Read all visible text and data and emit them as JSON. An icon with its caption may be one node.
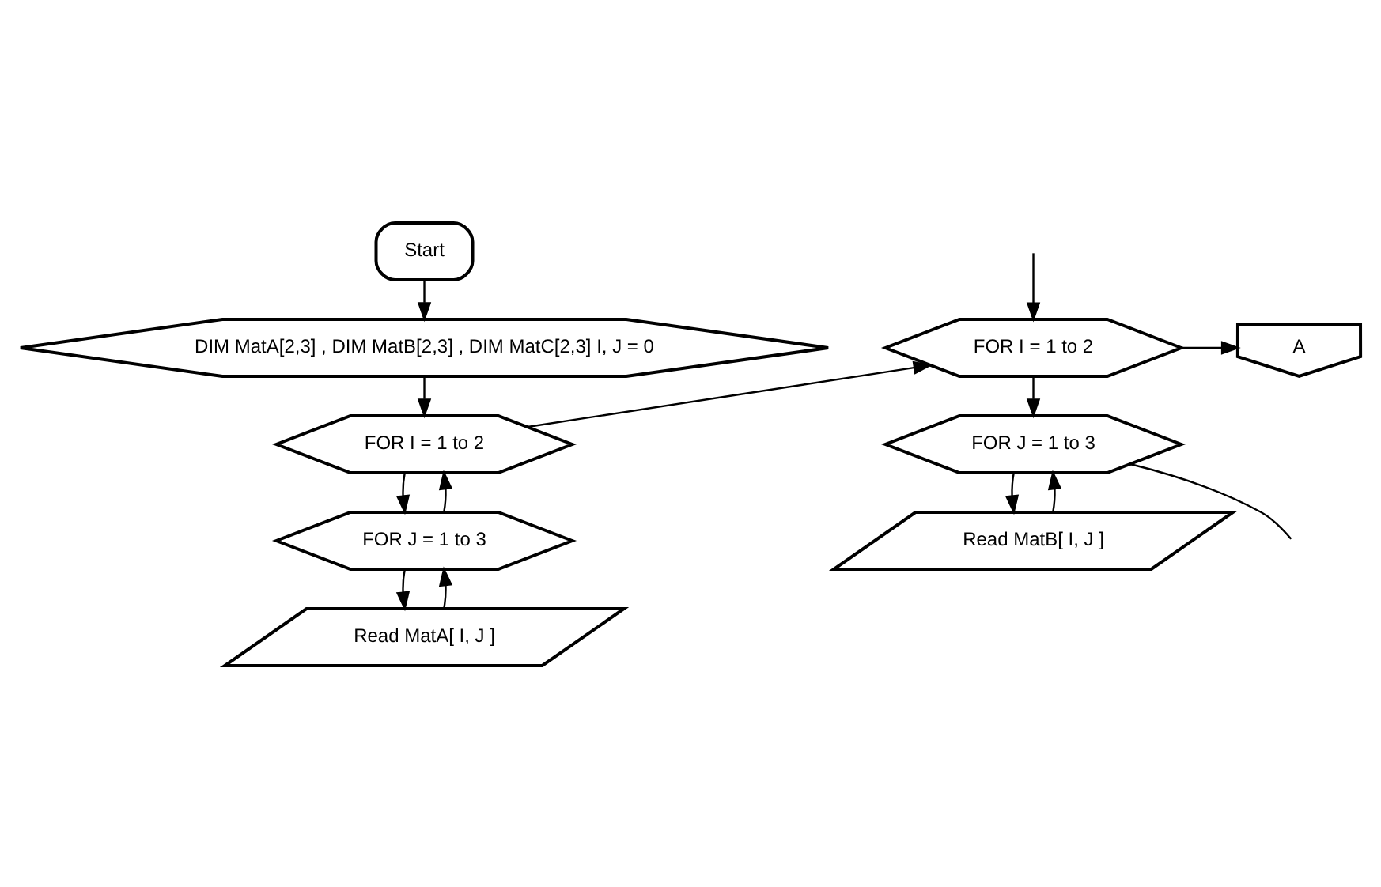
{
  "diagram": {
    "nodes": [
      {
        "text": [
          "Start"
        ]
      },
      {
        "text": [
          "DIM MatA[2,3] , DIM MatB[2,3] , DIM MatC[2,3] I, J = 0"
        ]
      },
      {
        "text": [
          "FOR I = 1 to 2"
        ]
      },
      {
        "text": [
          "FOR J = 1 to 3"
        ]
      },
      {
        "text": [
          "Read MatA[ I, J ]"
        ]
      },
      {
        "text": [
          "FOR I = 1 to 2"
        ]
      },
      {
        "text": [
          "A"
        ]
      },
      {
        "text": [
          "FOR J = 1 to 3"
        ]
      },
      {
        "text": [
          "Read MatB[ I, J ]"
        ]
      }
    ],
    "edges": [
      {
        "from": 0,
        "to": 1,
        "arrow": "to"
      },
      {
        "from": 1,
        "to": 2,
        "arrow": "to"
      },
      {
        "from": 2,
        "to": 3,
        "arrow": "to"
      },
      {
        "from": 3,
        "to": 4,
        "arrow": "to"
      },
      {
        "from": 4,
        "to": 3,
        "arrow": "to"
      },
      {
        "from": 3,
        "to": 2,
        "arrow": "to"
      },
      {
        "from": 2,
        "to": 5,
        "arrow": "to"
      },
      {
        "from": 5,
        "to": 6,
        "arrow": "to"
      },
      {
        "from": 5,
        "to": 7,
        "arrow": "to"
      },
      {
        "from": 7,
        "to": 8,
        "arrow": "to"
      },
      {
        "from": 8,
        "to": 7,
        "arrow": "to"
      },
      {
        "from": 7,
        "to": null,
        "arrow": "none"
      },
      {
        "from": null,
        "to": 5,
        "arrow": "to"
      }
    ]
  }
}
